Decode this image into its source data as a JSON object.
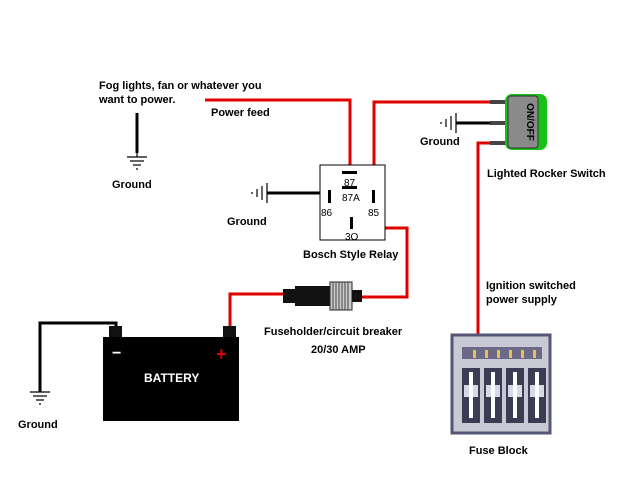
{
  "labels": {
    "load_line1": "Fog lights, fan or whatever you",
    "load_line2": "want to power.",
    "power_feed": "Power feed",
    "ground_load": "Ground",
    "ground_relay": "Ground",
    "ground_switch": "Ground",
    "ground_battery": "Ground",
    "relay_name": "Bosch Style Relay",
    "switch_name": "Lighted Rocker Switch",
    "ignition_line1": "Ignition switched",
    "ignition_line2": "power supply",
    "fuseholder_line1": "Fuseholder/circuit breaker",
    "fuseholder_line2": "20/30 AMP",
    "battery": "BATTERY",
    "battery_neg": "−",
    "battery_pos": "+",
    "fuse_block": "Fuse Block",
    "switch_text": "ON/OFF"
  },
  "relay_pins": {
    "p87": "87",
    "p87a": "87A",
    "p86": "86",
    "p85": "85",
    "p30": "3O"
  },
  "colors": {
    "wire_power": "#e00000",
    "wire_ground": "#000000",
    "switch_glow": "#18c018",
    "fuse_block_frame": "#555577",
    "fuse_block_fill": "#c9c9d6",
    "fuse_contact": "#e8c050"
  }
}
